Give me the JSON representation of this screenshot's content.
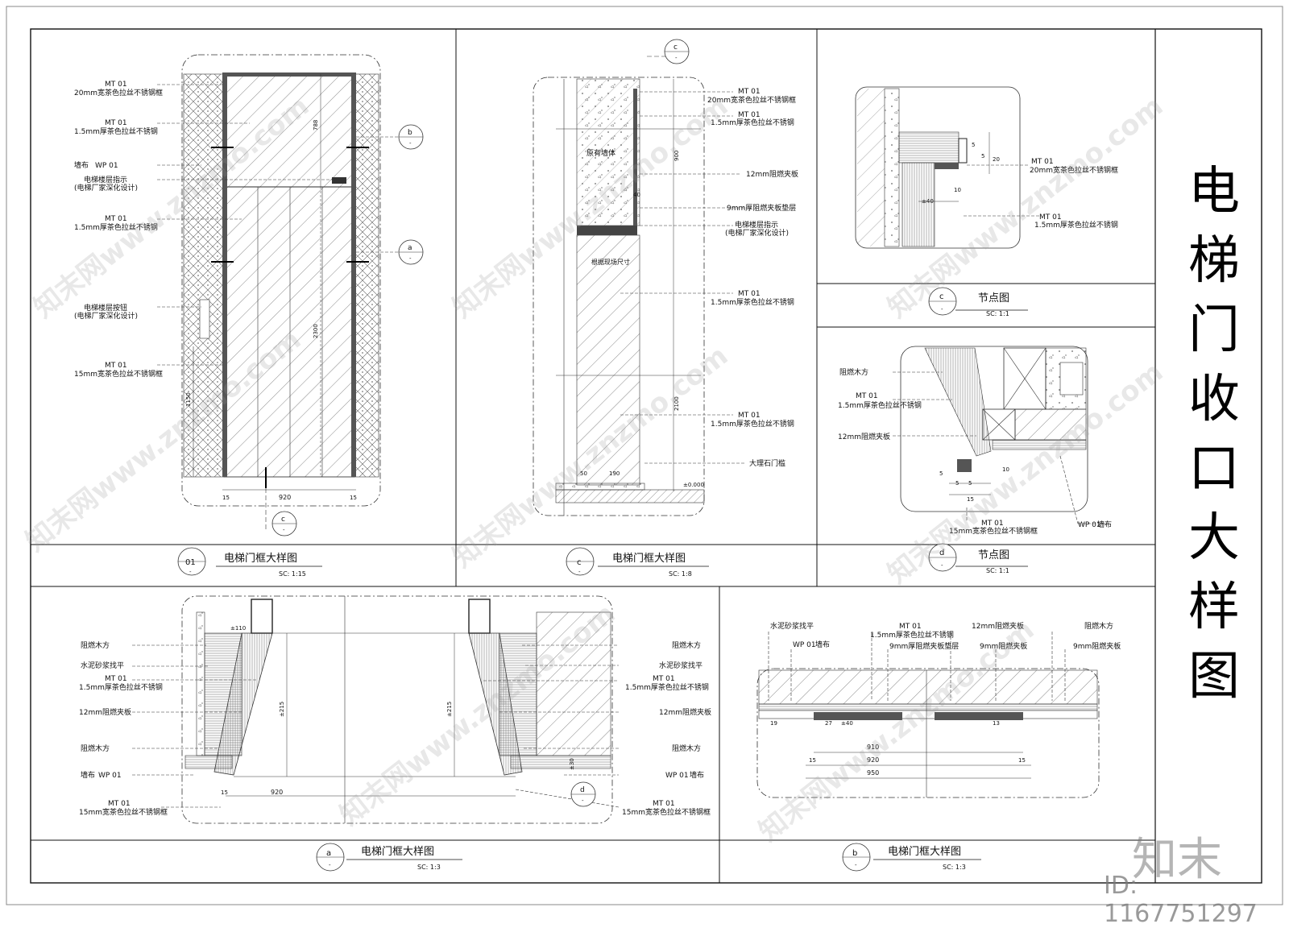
{
  "sheet_title": [
    "电",
    "梯",
    "门",
    "收",
    "口",
    "大",
    "样",
    "图"
  ],
  "brand": "知末",
  "doc_id": "ID: 1167751297",
  "watermark": "知末网www.znzmo.com",
  "views": {
    "v01": {
      "num": "01",
      "sub": "-",
      "title": "电梯门框大样图",
      "scale": "SC:  1:15"
    },
    "vc": {
      "num": "c",
      "sub": "-",
      "title": "电梯门框大样图",
      "scale": "SC:  1:8"
    },
    "nodeC": {
      "num": "c",
      "sub": "-",
      "title": "节点图",
      "scale": "SC:  1:1"
    },
    "nodeD": {
      "num": "d",
      "sub": "-",
      "title": "节点图",
      "scale": "SC:  1:1"
    },
    "va": {
      "num": "a",
      "sub": "-",
      "title": "电梯门框大样图",
      "scale": "SC:  1:3"
    },
    "vb": {
      "num": "b",
      "sub": "-",
      "title": "电梯门框大样图",
      "scale": "SC:  1:3"
    }
  },
  "tags": {
    "mt": "MT 01",
    "wp": "WP 01"
  },
  "labels": {
    "frame20": "20mm宽茶色拉丝不锈钢框",
    "ss15": "1.5mm厚茶色拉丝不锈钢",
    "wall": "墙布",
    "floorInd": "电梯楼层指示",
    "vendor": "(电梯厂家深化设计)",
    "button": "电梯楼层按钮",
    "frame15": "15mm宽茶色拉丝不锈钢框",
    "origWall": "原有墙体",
    "board12": "12mm阻燃夹板",
    "pad9": "9mm厚阻燃夹板垫层",
    "siteSize": "根据现场尺寸",
    "sill": "大理石门槛",
    "wood": "阻燃木方",
    "mortar": "水泥砂浆找平",
    "board9": "9mm阻燃夹板"
  },
  "dims": {
    "d920": "920",
    "d788": "788",
    "d2300": "2300",
    "d1150": "1150",
    "d15": "15",
    "d900": "900",
    "d40": "40",
    "d2100": "2100",
    "d50": "50",
    "d190": "190",
    "d0": "±0.000",
    "d5": "5",
    "d20": "20",
    "d10": "10",
    "pm40": "±40",
    "pm110": "±110",
    "pm215": "±215",
    "pm30": "±30",
    "d910": "910",
    "d950": "950",
    "d19": "19",
    "d27": "27",
    "d13": "13"
  },
  "markers": {
    "b": "b",
    "a": "a",
    "c": "c",
    "d": "d",
    "dash": "-"
  }
}
